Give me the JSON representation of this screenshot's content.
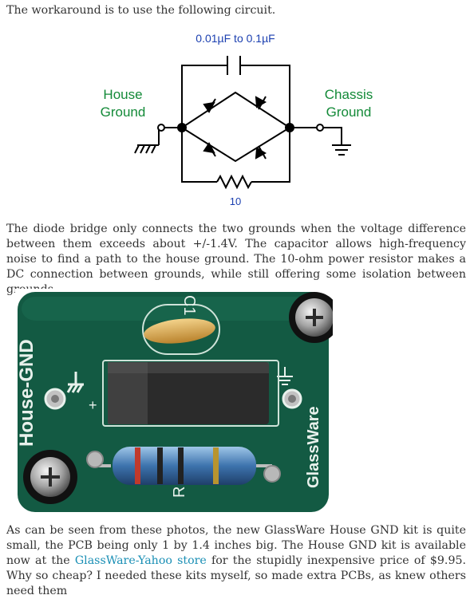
{
  "intro": "The workaround is to use  the following circuit.",
  "circuit": {
    "capacitor_value": "0.01µF to 0.1µF",
    "left_label_line1": "House",
    "left_label_line2": "Ground",
    "right_label_line1": "Chassis",
    "right_label_line2": "Ground",
    "resistor_value": "10",
    "label_color": "#138a38",
    "value_color": "#1b3fb0"
  },
  "paragraph2": "The diode bridge only connects the two grounds when the voltage difference between them exceeds about +/-1.4V. The capacitor allows high-frequency noise to find a path to the house ground. The 10-ohm power resistor makes a DC connection between grounds, while still offering some isolation between grounds.",
  "photo": {
    "silk_house_gnd": "House-GND",
    "silk_glassware": "GlassWare",
    "silk_c1": "C1",
    "silk_r": "R",
    "silk_plus": "+",
    "pcb_color": "#135a43"
  },
  "paragraph3": {
    "text_before_link": "As can be seen from these photos, the new GlassWare House GND kit is quite small, the PCB being only 1 by 1.4 inches big. The House GND kit is available now at the ",
    "link_text": "GlassWare-Yahoo store",
    "text_after_link": " for the stupidly inexpensive price of $9.95. Why so cheap? I needed these kits myself, so made extra PCBs, as knew others need them"
  }
}
